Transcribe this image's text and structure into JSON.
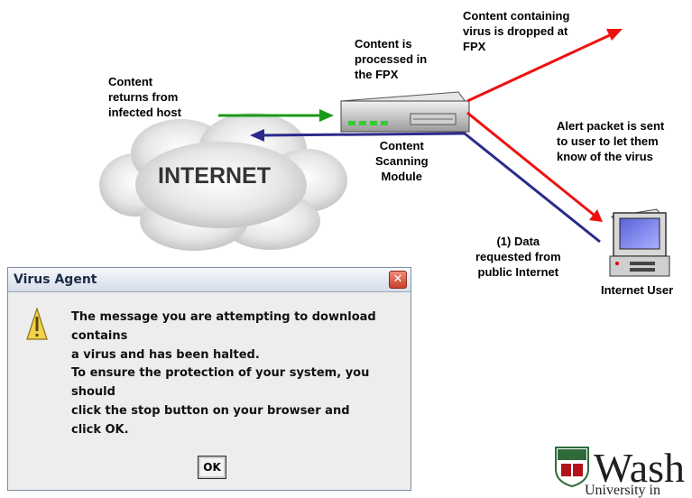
{
  "labels": {
    "content_returns": "Content\nreturns from\ninfected host",
    "content_processed": "Content is\nprocessed in\nthe FPX",
    "content_dropped": "Content containing\nvirus is dropped at\nFPX",
    "alert_packet": "Alert packet is sent\nto user to let them\nknow of the virus",
    "module": "Content\nScanning\nModule",
    "data_requested": "(1) Data\nrequested from\npublic Internet",
    "internet_user": "Internet User",
    "internet": "INTERNET"
  },
  "dialog": {
    "title": "Virus Agent",
    "close": "✕",
    "message_1": "The message you are attempting to download contains\na virus and has been halted.",
    "message_2": "To ensure the protection of your system, you should\nclick the stop button on your browser and\n click OK.",
    "ok": "OK"
  },
  "logo": {
    "wordmark": "Wash",
    "subtext": "University in"
  },
  "colors": {
    "green_arrow": "#1a9a1a",
    "blue_arrow": "#2b2b8c",
    "red_arrow": "#ee1111",
    "cloud": "#d9d9d9"
  }
}
